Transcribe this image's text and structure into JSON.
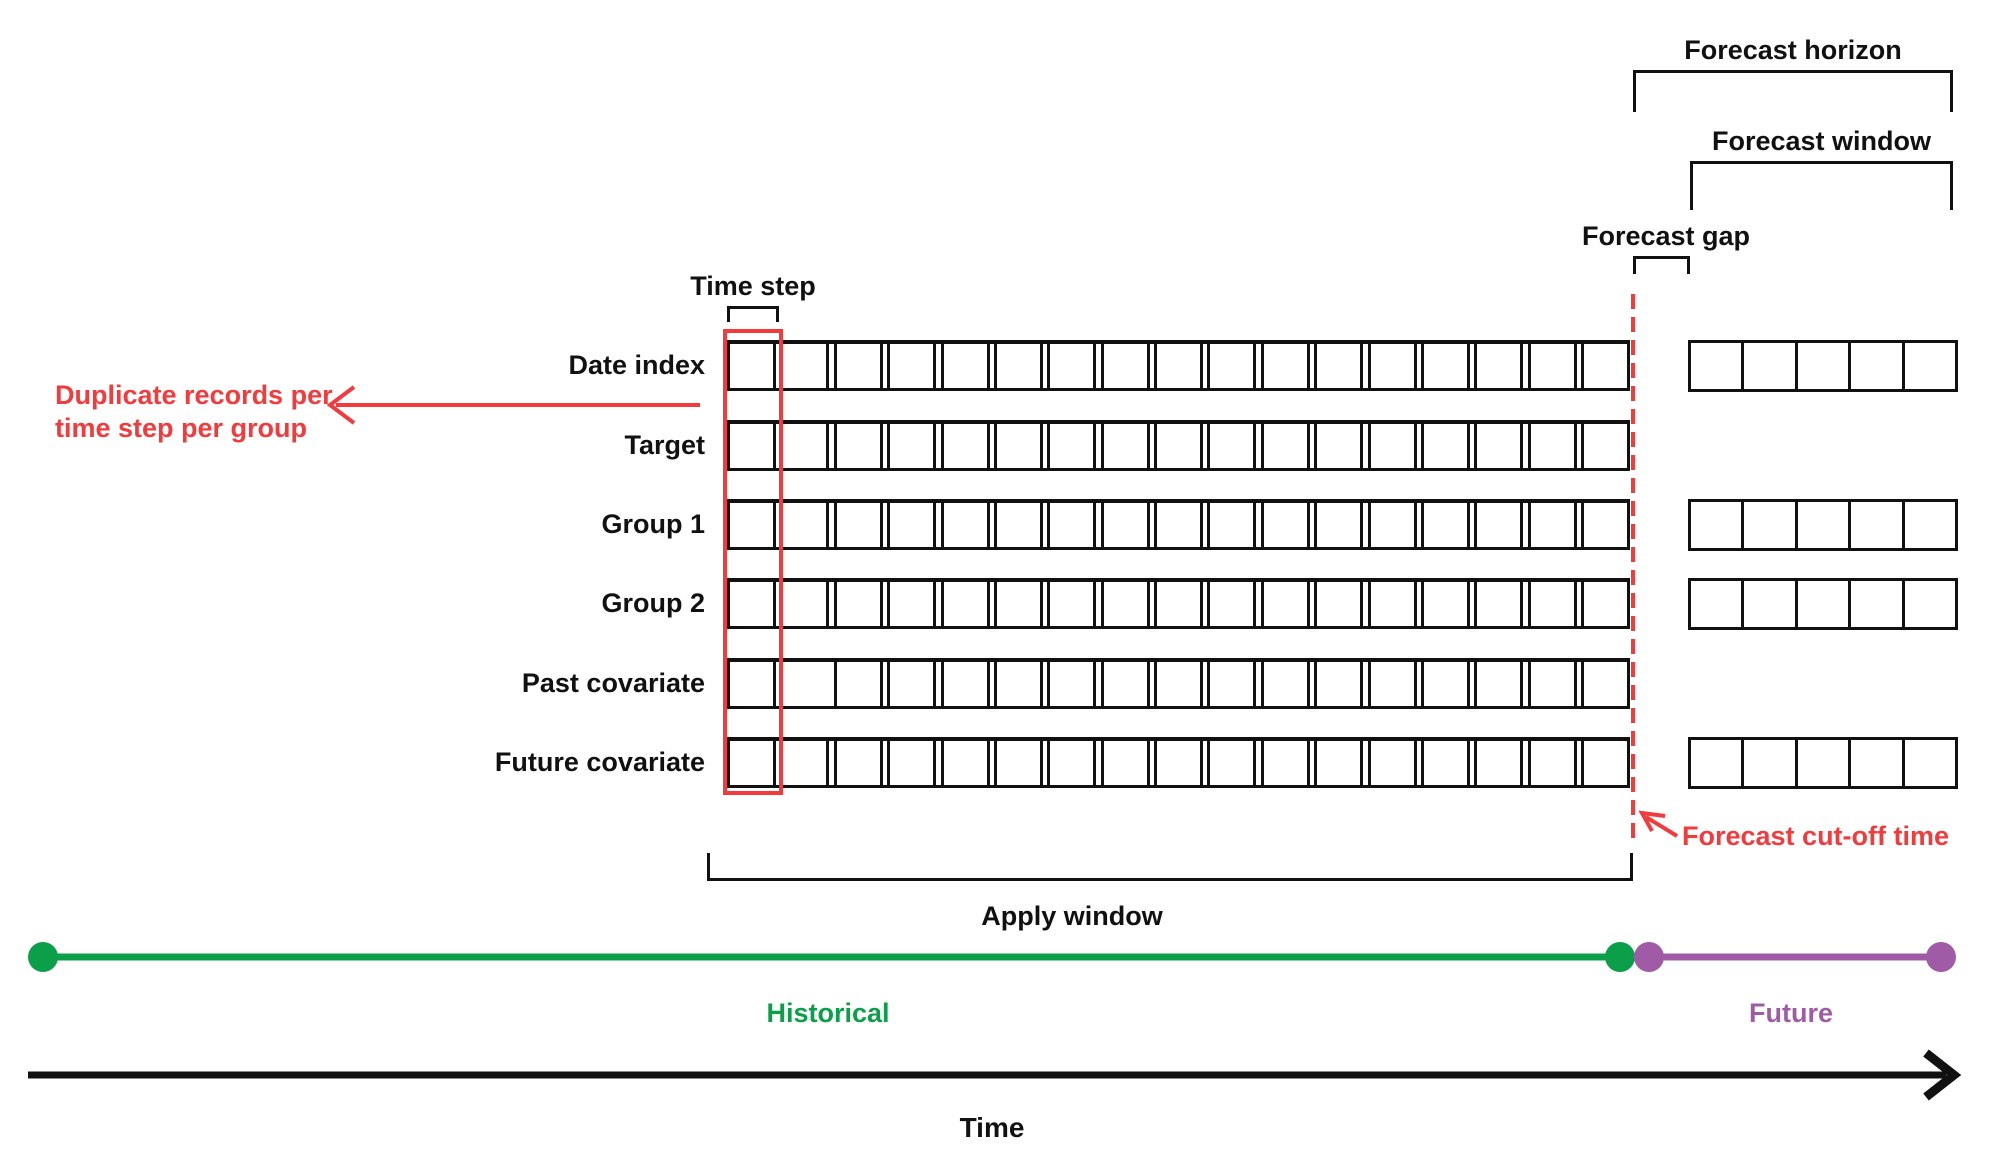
{
  "colors": {
    "red": "#f23b3d",
    "green": "#0a9f48",
    "purple": "#a05ba6",
    "ink": "#111111"
  },
  "annotations": {
    "forecast_horizon": "Forecast horizon",
    "forecast_window": "Forecast window",
    "forecast_gap": "Forecast gap",
    "time_step": "Time step",
    "apply_window": "Apply window",
    "forecast_cutoff": "Forecast cut-off time",
    "duplicate_note_line1": "Duplicate records per",
    "duplicate_note_line2": "time step per group"
  },
  "grid": {
    "rows": [
      {
        "label": "Date index",
        "historical_cells": 17,
        "missing_cell_index": -1,
        "future_cells": 5
      },
      {
        "label": "Target",
        "historical_cells": 17,
        "missing_cell_index": -1,
        "future_cells": 0
      },
      {
        "label": "Group 1",
        "historical_cells": 17,
        "missing_cell_index": -1,
        "future_cells": 5
      },
      {
        "label": "Group 2",
        "historical_cells": 17,
        "missing_cell_index": -1,
        "future_cells": 5
      },
      {
        "label": "Past covariate",
        "historical_cells": 17,
        "missing_cell_index": 1,
        "future_cells": 0
      },
      {
        "label": "Future covariate",
        "historical_cells": 17,
        "missing_cell_index": -1,
        "future_cells": 5
      }
    ]
  },
  "timeline": {
    "historical_label": "Historical",
    "future_label": "Future",
    "axis_label": "Time"
  }
}
